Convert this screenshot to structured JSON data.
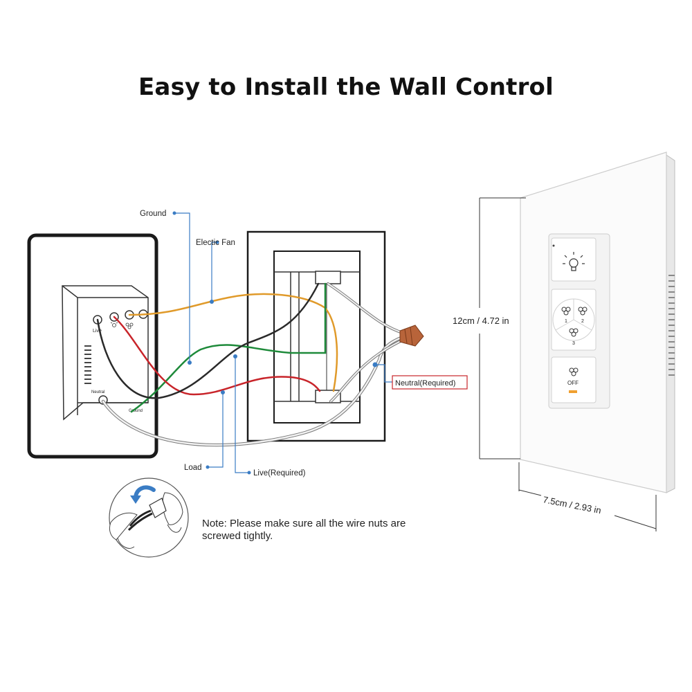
{
  "title": "Easy to Install the Wall Control",
  "labels": {
    "ground": "Ground",
    "electric_fan": "Electic Fan",
    "neutral_required": "Neutral(Required)",
    "load": "Load",
    "live_required": "Live(Required)",
    "module_live": "Live",
    "module_neutral": "Neutral",
    "module_ground": "Ground"
  },
  "dimensions": {
    "height": "12cm / 4.72 in",
    "width": "7.5cm / 2.93 in"
  },
  "note": {
    "line1": "Note: Please make sure all the wire nuts are",
    "line2": "screwed tightly."
  },
  "wall_control": {
    "speed_1": "1",
    "speed_2": "2",
    "speed_3": "3",
    "off": "OFF"
  },
  "colors": {
    "ground_wire": "#1e8a3a",
    "fan_wire": "#e09a2a",
    "load_wire": "#c8242a",
    "live_wire": "#2a2a2a",
    "neutral_wire": "#e8e8e8",
    "wire_nut": "#b8643a",
    "callout_dot": "#3a7cc4",
    "neutral_box": "#c8242a"
  }
}
